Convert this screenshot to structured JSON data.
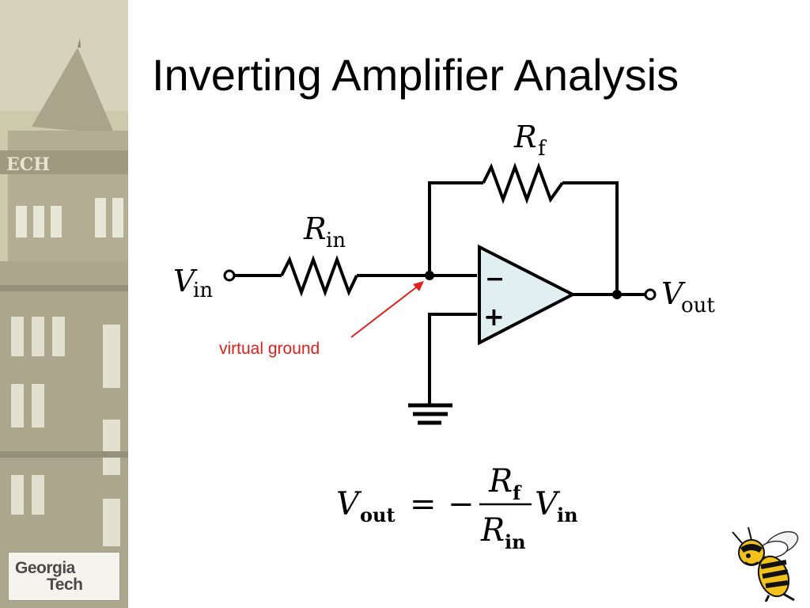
{
  "slide": {
    "title": "Inverting Amplifier Analysis"
  },
  "logo": {
    "line1": "Georgia",
    "line2": "Tech"
  },
  "circuit": {
    "vin_symbol": "V",
    "vin_sub": "in",
    "rin_symbol": "R",
    "rin_sub": "in",
    "rf_symbol": "R",
    "rf_sub": "f",
    "vout_symbol": "V",
    "vout_sub": "out",
    "minus_sign": "−",
    "plus_sign": "+",
    "annotation": "virtual ground",
    "annotation_color": "#e0201a",
    "opamp_fill": "#e2eff0"
  },
  "formula": {
    "lhs_symbol": "V",
    "lhs_sub": "out",
    "equals": "=",
    "minus": "−",
    "num_symbol": "R",
    "num_sub": "f",
    "den_symbol": "R",
    "den_sub": "in",
    "rhs_symbol": "V",
    "rhs_sub": "in"
  }
}
